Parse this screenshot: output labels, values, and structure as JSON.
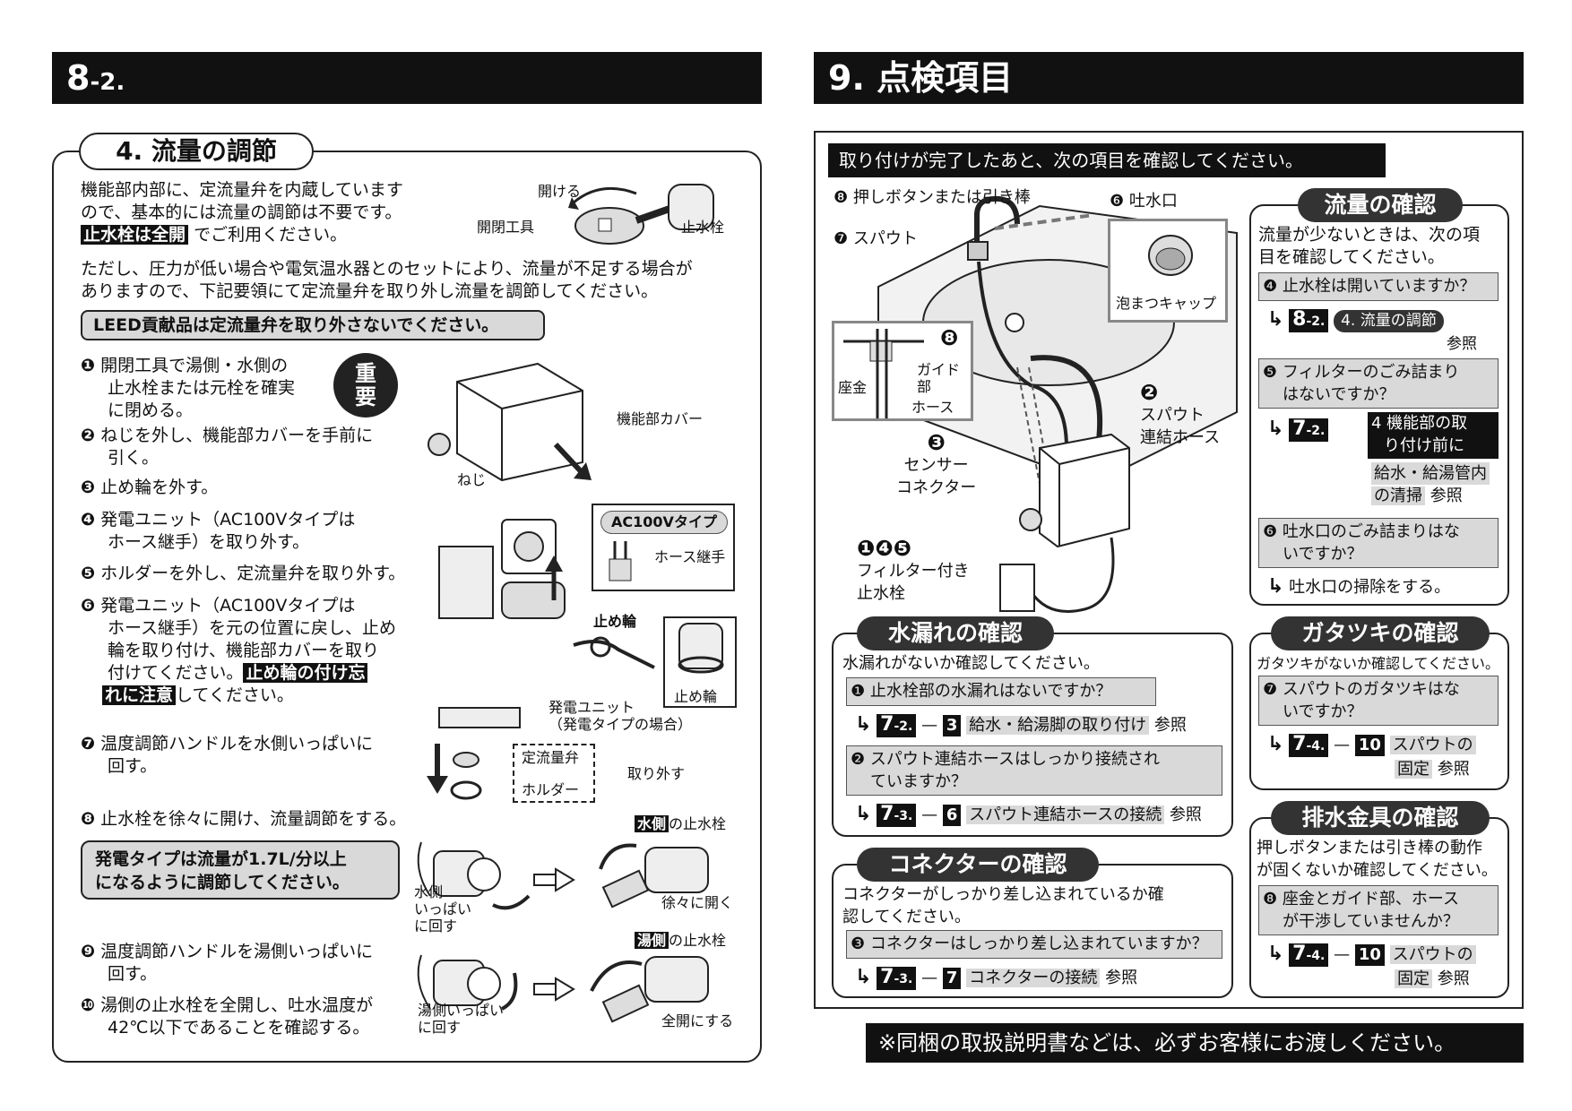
{
  "left_header": {
    "main": "8",
    "sub": "-2."
  },
  "right_header": {
    "title": "9. 点検項目"
  },
  "left": {
    "section_title": "4. 流量の調節",
    "intro1": "機能部内部に、定流量弁を内蔵しています",
    "intro2": "ので、基本的には流量の調節は不要です。",
    "intro3_hl": "止水栓は全開",
    "intro3_rest": "でご利用ください。",
    "para1": "ただし、圧力が低い場合や電気温水器とのセットにより、流量が不足する場合が",
    "para2": "ありますので、下記要領にて定流量弁を取り外し流量を調節してください。",
    "leed_note": "LEED貢献品は定流量弁を取り外さないでください。",
    "important": [
      "重",
      "要"
    ],
    "steps": [
      {
        "num": "❶",
        "lines": [
          "開閉工具で湯側・水側の",
          "止水栓または元栓を確実",
          "に閉める。"
        ]
      },
      {
        "num": "❷",
        "lines": [
          "ねじを外し、機能部カバーを手前に",
          "引く。"
        ]
      },
      {
        "num": "❸",
        "lines": [
          "止め輪を外す。"
        ]
      },
      {
        "num": "❹",
        "lines": [
          "発電ユニット（AC100Vタイプは",
          "ホース継手）を取り外す。"
        ]
      },
      {
        "num": "❺",
        "lines": [
          "ホルダーを外し、定流量弁を取り外す。"
        ]
      },
      {
        "num": "❻",
        "lines": [
          "発電ユニット（AC100Vタイプは",
          "ホース継手）を元の位置に戻し、止め",
          "輪を取り付け、機能部カバーを取り"
        ]
      },
      {
        "num": "❼",
        "lines": [
          "温度調節ハンドルを水側いっぱいに",
          "回す。"
        ]
      },
      {
        "num": "❽",
        "lines": [
          "止水栓を徐々に開け、流量調節をする。"
        ]
      },
      {
        "num": "❾",
        "lines": [
          "温度調節ハンドルを湯側いっぱいに",
          "回す。"
        ]
      },
      {
        "num": "❿",
        "lines": [
          "湯側の止水栓を全開し、吐水温度が",
          "42℃以下であることを確認する。"
        ]
      }
    ],
    "step6_tail": "付けてください。",
    "step6_hl1": "止め輪の付け忘",
    "step6_hl2": "れに注意",
    "step6_end": "してください。",
    "gen_note": [
      "発電タイプは流量が1.7L/分以上",
      "になるように調節してください。"
    ],
    "labels": {
      "open": "開ける",
      "tool": "開閉工具",
      "stop_valve": "止水栓",
      "cover": "機能部カバー",
      "screw": "ねじ",
      "ac_type": "AC100Vタイプ",
      "hose_joint": "ホース継手",
      "ring": "止め輪",
      "ring2": "止め輪",
      "gen_unit1": "発電ユニット",
      "gen_unit2": "（発電タイプの場合）",
      "valve": "定流量弁",
      "holder": "ホルダー",
      "remove": "取り外す",
      "water_side_hl": "水側",
      "water_side_rest": "の止水栓",
      "water_full": [
        "水側",
        "いっぱい",
        "に回す"
      ],
      "open_slowly": "徐々に開く",
      "hot_side_hl": "湯側",
      "hot_side_rest": "の止水栓",
      "hot_full": [
        "湯側いっぱい",
        "に回す"
      ],
      "full_open": "全開にする"
    }
  },
  "right": {
    "banner": "取り付けが完了したあと、次の項目を確認してください。",
    "diagram": {
      "l8": "❽ 押しボタンまたは引き棒",
      "l6": "❻ 吐水口",
      "l7": "❼ スパウト",
      "foam_cap": "泡まつキャップ",
      "inset8": "❽",
      "guide": "ガイド部",
      "washer": "座金",
      "hose": "ホース",
      "l2n": "❷",
      "l2a": "スパウト",
      "l2b": "連結ホース",
      "l3n": "❸",
      "l3a": "センサー",
      "l3b": "コネクター",
      "l145": "❶❹❺",
      "filter1": "フィルター付き",
      "filter2": "止水栓"
    },
    "flow": {
      "title": "流量の確認",
      "intro": [
        "流量が少ないときは、次の項",
        "目を確認してください。"
      ],
      "q4": "❹ 止水栓は開いていますか？",
      "r4_main": "8",
      "r4_sub": "-2.",
      "r4_pill": "4. 流量の調節",
      "r4_ref": "参照",
      "q5": [
        "❺ フィルターのごみ詰まり",
        "はないですか？"
      ],
      "r5_main": "7",
      "r5_sub": "-2.",
      "r5_box": [
        "4 機能部の取",
        "り付け前に"
      ],
      "r5_gray": [
        "給水・給湯管内",
        "の清掃"
      ],
      "r5_ref": "参照",
      "q6": [
        "❻ 吐水口のごみ詰まりはな",
        "いですか？"
      ],
      "r6": "吐水口の掃除をする。"
    },
    "leak": {
      "title": "水漏れの確認",
      "intro": "水漏れがないか確認してください。",
      "q1": "❶ 止水栓部の水漏れはないですか？",
      "r1_main": "7",
      "r1_sub": "-2.",
      "r1_num": "3",
      "r1_text": "給水・給湯脚の取り付け",
      "r1_ref": "参照",
      "q2": [
        "❷ スパウト連結ホースはしっかり接続され",
        "ていますか？"
      ],
      "r2_main": "7",
      "r2_sub": "-3.",
      "r2_num": "6",
      "r2_text": "スパウト連結ホースの接続",
      "r2_ref": "参照"
    },
    "connector": {
      "title": "コネクターの確認",
      "intro": [
        "コネクターがしっかり差し込まれているか確",
        "認してください。"
      ],
      "q3": "❸ コネクターはしっかり差し込まれていますか？",
      "r3_main": "7",
      "r3_sub": "-3.",
      "r3_num": "7",
      "r3_text": "コネクターの接続",
      "r3_ref": "参照"
    },
    "rattle": {
      "title": "ガタツキの確認",
      "intro": "ガタツキがないか確認してください。",
      "q7": [
        "❼ スパウトのガタツキはな",
        "いですか？"
      ],
      "r7_main": "7",
      "r7_sub": "-4.",
      "r7_num": "10",
      "r7_text1": "スパウトの",
      "r7_text2": "固定",
      "r7_ref": "参照"
    },
    "drain": {
      "title": "排水金具の確認",
      "intro": [
        "押しボタンまたは引き棒の動作",
        "が固くないか確認してください。"
      ],
      "q8": [
        "❽ 座金とガイド部、ホース",
        "が干渉していませんか？"
      ],
      "r8_main": "7",
      "r8_sub": "-4.",
      "r8_num": "10",
      "r8_text1": "スパウトの",
      "r8_text2": "固定",
      "r8_ref": "参照"
    },
    "footer": "※同梱の取扱説明書などは、必ずお客様にお渡しください。"
  }
}
